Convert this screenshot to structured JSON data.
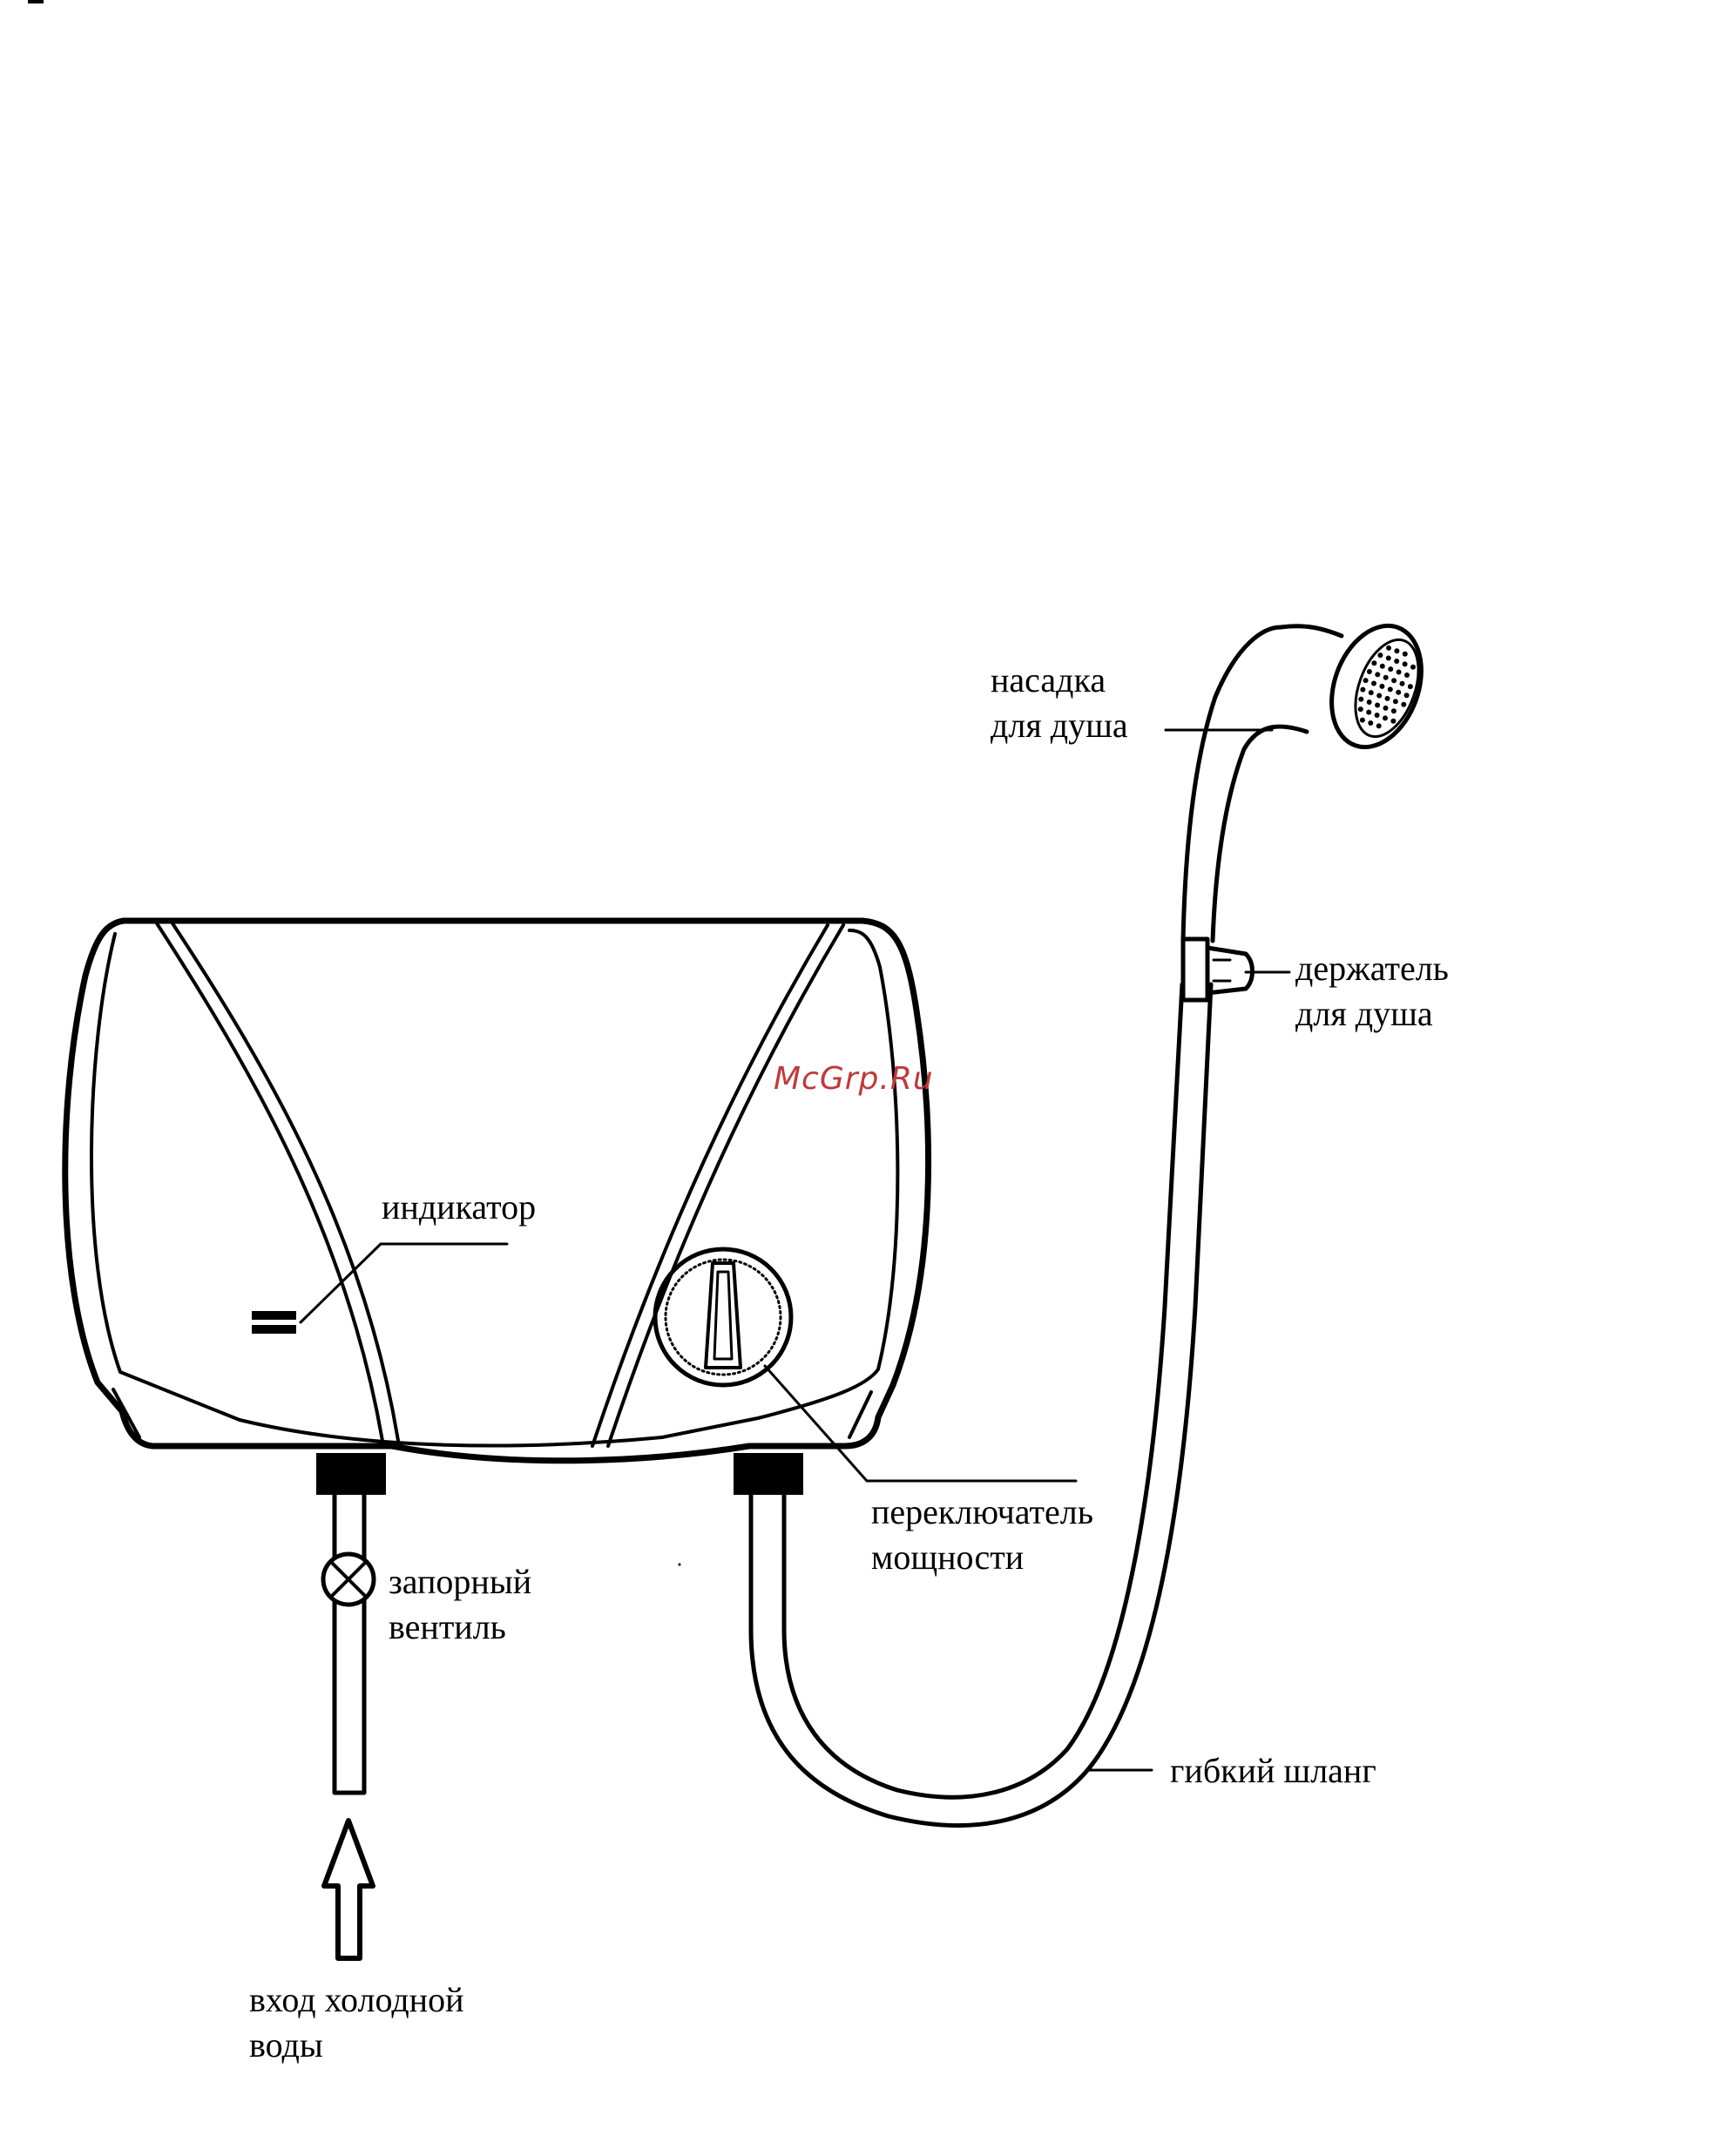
{
  "labels": {
    "shower_head": [
      "насадка",
      "для душа"
    ],
    "shower_holder": [
      "держатель",
      "для душа"
    ],
    "indicator": "индикатор",
    "power_switch": [
      "переключатель",
      "мощности"
    ],
    "shutoff_valve": [
      "запорный",
      "вентиль"
    ],
    "flexible_hose": "гибкий шланг",
    "cold_water_inlet": [
      "вход холодной",
      "воды"
    ]
  },
  "watermark": {
    "text": "McGrp.Ru",
    "color": "#c0393b"
  }
}
